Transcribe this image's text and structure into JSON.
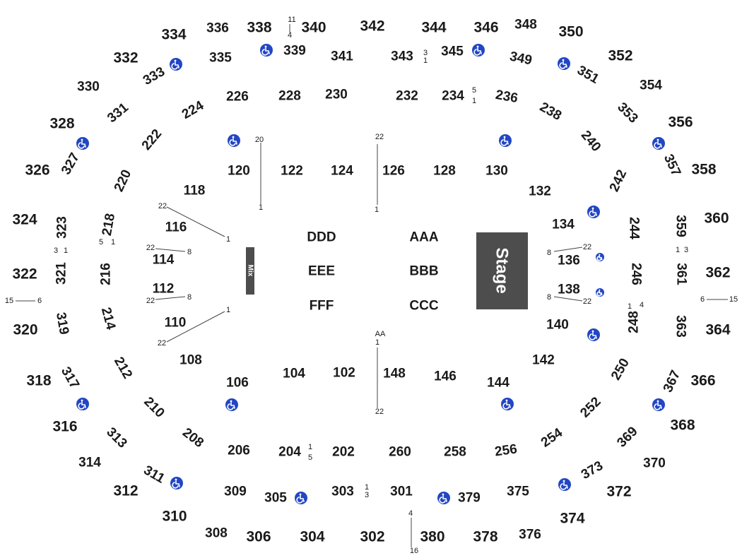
{
  "stage_label": "Stage",
  "mix_label": "Mix",
  "floor_sections": [
    "DDD",
    "EEE",
    "FFF",
    "AAA",
    "BBB",
    "CCC"
  ],
  "sections_100": [
    "102",
    "104",
    "106",
    "108",
    "110",
    "112",
    "114",
    "116",
    "118",
    "120",
    "122",
    "124",
    "126",
    "128",
    "130",
    "132",
    "134",
    "136",
    "138",
    "140",
    "142",
    "144",
    "146",
    "148"
  ],
  "sections_200": [
    "202",
    "204",
    "206",
    "208",
    "210",
    "212",
    "214",
    "216",
    "218",
    "220",
    "222",
    "224",
    "226",
    "228",
    "230",
    "232",
    "234",
    "236",
    "238",
    "240",
    "242",
    "244",
    "246",
    "248",
    "250",
    "252",
    "254",
    "256",
    "258",
    "260"
  ],
  "sections_300": [
    "301",
    "302",
    "303",
    "304",
    "305",
    "306",
    "308",
    "309",
    "310",
    "311",
    "312",
    "313",
    "314",
    "316",
    "317",
    "318",
    "319",
    "320",
    "321",
    "322",
    "323",
    "324",
    "326",
    "327",
    "328",
    "330",
    "331",
    "332",
    "333",
    "334",
    "335",
    "336",
    "338",
    "339",
    "340",
    "341",
    "342",
    "343",
    "344",
    "345",
    "346",
    "348",
    "349",
    "350",
    "351",
    "352",
    "353",
    "354",
    "356",
    "357",
    "358",
    "359",
    "360",
    "361",
    "362",
    "363",
    "364",
    "366",
    "367",
    "368",
    "369",
    "370",
    "372",
    "373",
    "374",
    "375",
    "376",
    "378",
    "379",
    "380"
  ],
  "row_labels": [
    "AA",
    "1",
    "22",
    "20",
    "8",
    "15",
    "6",
    "16",
    "4",
    "11",
    "3",
    "5"
  ],
  "accessibility_icon": "wheelchair-icon",
  "colors": {
    "stage": "#4d4d4d",
    "accessible": "#2246c4",
    "text": "#1a1a1a"
  }
}
